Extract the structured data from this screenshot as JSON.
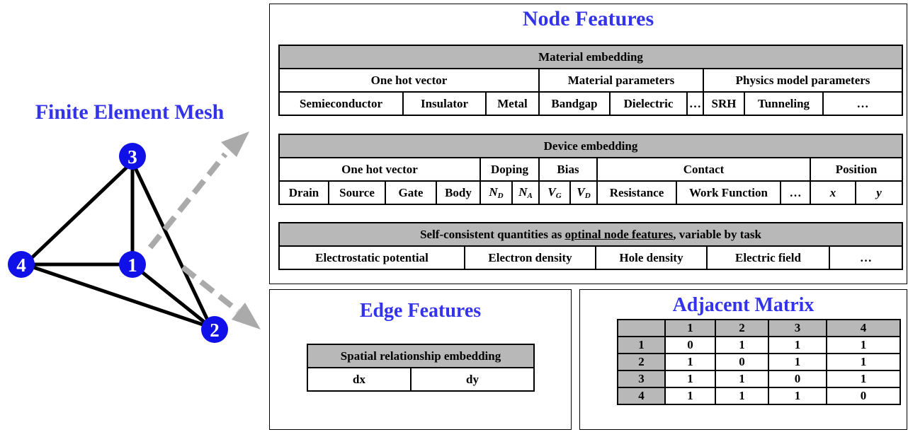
{
  "mesh": {
    "title": "Finite Element Mesh",
    "nodes": [
      "1",
      "2",
      "3",
      "4"
    ],
    "node_color": "#1010e8",
    "arrow_color": "#aaaaaa"
  },
  "node_features": {
    "title": "Node Features",
    "material": {
      "header": "Material embedding",
      "groups": [
        "One hot vector",
        "Material parameters",
        "Physics model parameters"
      ],
      "items": [
        "Semieconductor",
        "Insulator",
        "Metal",
        "Bandgap",
        "Dielectric",
        "…",
        "SRH",
        "Tunneling",
        "…"
      ]
    },
    "device": {
      "header": "Device embedding",
      "groups": [
        "One hot vector",
        "Doping",
        "Bias",
        "Contact",
        "Position"
      ],
      "items": [
        "Drain",
        "Source",
        "Gate",
        "Body",
        "N",
        "D",
        "N",
        "A",
        "V",
        "G",
        "V",
        "D",
        "Resistance",
        "Work Function",
        "…",
        "x",
        "y"
      ]
    },
    "self_consistent": {
      "header_pre": "Self-consistent quantities as ",
      "header_link": "optinal node features",
      "header_post": ", variable by task",
      "items": [
        "Electrostatic potential",
        "Electron density",
        "Hole density",
        "Electric field",
        "…"
      ]
    }
  },
  "edge_features": {
    "title": "Edge Features",
    "header": "Spatial relationship embedding",
    "items": [
      "dx",
      "dy"
    ]
  },
  "adjacent_matrix": {
    "title": "Adjacent Matrix",
    "cols": [
      "1",
      "2",
      "3",
      "4"
    ],
    "rows": [
      {
        "label": "1",
        "values": [
          "0",
          "1",
          "1",
          "1"
        ]
      },
      {
        "label": "2",
        "values": [
          "1",
          "0",
          "1",
          "1"
        ]
      },
      {
        "label": "3",
        "values": [
          "1",
          "1",
          "0",
          "1"
        ]
      },
      {
        "label": "4",
        "values": [
          "1",
          "1",
          "1",
          "0"
        ]
      }
    ]
  }
}
